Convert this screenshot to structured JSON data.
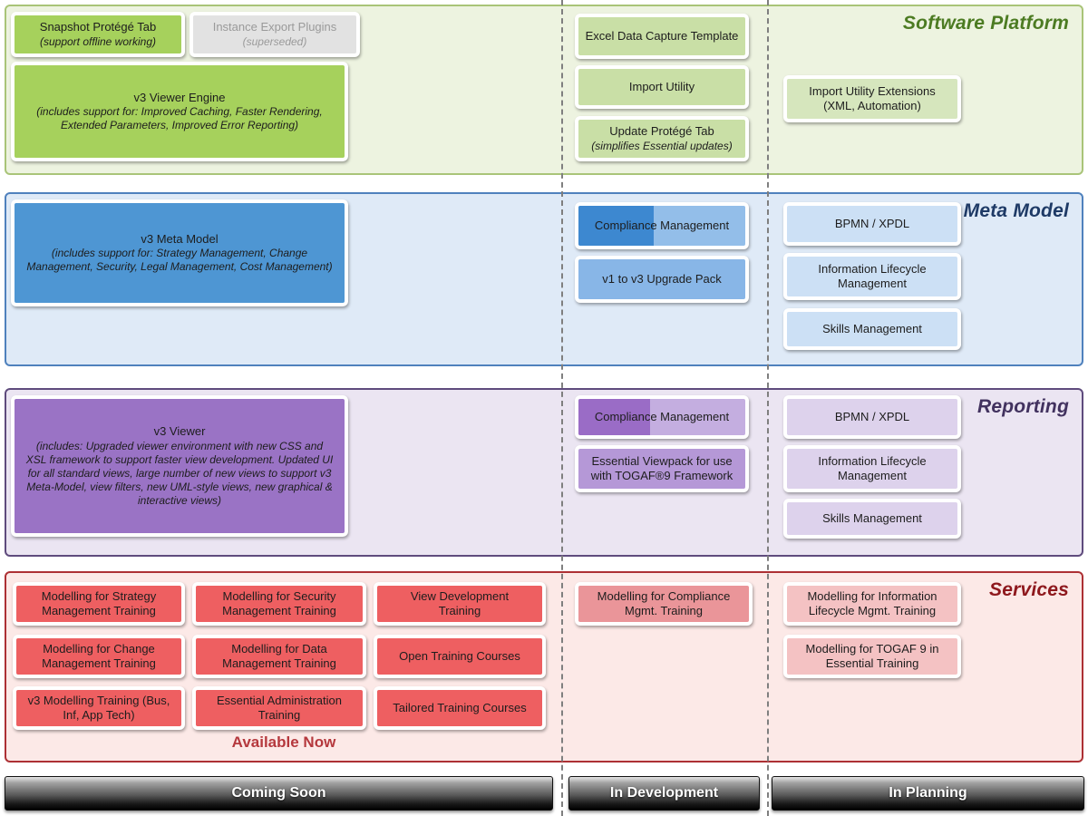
{
  "timeline": {
    "coming_soon": "Coming Soon",
    "in_development": "In Development",
    "in_planning": "In Planning"
  },
  "lanes": {
    "software": {
      "label": "Software Platform",
      "boxes": {
        "snapshot": {
          "title": "Snapshot Protégé Tab",
          "subtitle": "(support offline working)"
        },
        "instance_export": {
          "title": "Instance Export Plugins",
          "subtitle": "(superseded)"
        },
        "viewer_engine": {
          "title": "v3 Viewer Engine",
          "subtitle": "(includes support for: Improved Caching, Faster Rendering, Extended Parameters,  Improved Error Reporting)"
        },
        "excel_capture": {
          "title": "Excel Data Capture Template"
        },
        "import_utility": {
          "title": "Import Utility"
        },
        "update_protege": {
          "title": "Update Protégé Tab",
          "subtitle": "(simplifies Essential updates)"
        },
        "import_utility_ext": {
          "title": "Import Utility Extensions (XML, Automation)"
        }
      }
    },
    "meta_model": {
      "label": "Meta Model",
      "boxes": {
        "v3_meta_model": {
          "title": "v3 Meta Model",
          "subtitle": "(includes support for: Strategy Management, Change Management, Security, Legal Management, Cost Management)"
        },
        "compliance": {
          "title": "Compliance Management"
        },
        "v1_to_v3": {
          "title": "v1 to v3 Upgrade Pack"
        },
        "bpmn": {
          "title": "BPMN / XPDL"
        },
        "info_lifecycle": {
          "title": "Information Lifecycle Management"
        },
        "skills": {
          "title": "Skills Management"
        }
      }
    },
    "reporting": {
      "label": "Reporting",
      "boxes": {
        "v3_viewer": {
          "title": "v3 Viewer",
          "subtitle": "(includes: Upgraded viewer environment with new CSS and XSL framework to support faster view development. Updated UI for all standard views, large number of new views to support v3 Meta-Model, view filters, new UML-style views, new graphical & interactive views)"
        },
        "compliance": {
          "title": "Compliance Management"
        },
        "viewpack": {
          "title": "Essential Viewpack for use with TOGAF®9 Framework"
        },
        "bpmn": {
          "title": "BPMN / XPDL"
        },
        "info_lifecycle": {
          "title": "Information Lifecycle Management"
        },
        "skills": {
          "title": "Skills Management"
        }
      }
    },
    "services": {
      "label": "Services",
      "available_now": "Available Now",
      "boxes": {
        "strategy": {
          "title": "Modelling  for Strategy Management Training"
        },
        "change": {
          "title": "Modelling  for Change Management Training"
        },
        "v3_modelling": {
          "title": "v3 Modelling Training (Bus, Inf, App Tech)"
        },
        "security": {
          "title": "Modelling  for Security Management Training"
        },
        "data": {
          "title": "Modelling  for Data Management Training"
        },
        "essential_admin": {
          "title": "Essential Administration Training"
        },
        "view_dev": {
          "title": "View Development Training"
        },
        "open_courses": {
          "title": "Open Training Courses"
        },
        "tailored_courses": {
          "title": "Tailored Training Courses"
        },
        "compliance_training": {
          "title": "Modelling  for Compliance Mgmt. Training"
        },
        "ilm_training": {
          "title": "Modelling  for Information Lifecycle Mgmt. Training"
        },
        "togaf_training": {
          "title": "Modelling  for TOGAF 9  in Essential Training"
        }
      }
    }
  },
  "colors": {
    "software_accent": "#a6d15c",
    "software_light": "#c9dfa6",
    "software_label": "#4c7b22",
    "meta_accent": "#4e96d3",
    "meta_progress": "#3d88d0",
    "meta_light": "#cce0f5",
    "meta_label": "#1e3a66",
    "reporting_accent": "#9a73c5",
    "reporting_progress": "#9a6cc6",
    "reporting_light": "#ddd2ec",
    "reporting_label": "#42325f",
    "services_accent": "#ee5f61",
    "services_light": "#f4c2c3",
    "services_label": "#8e181d",
    "available_now": "#b5383d",
    "superseded_text": "#9a9a9a",
    "bar_text": "#ffffff"
  }
}
